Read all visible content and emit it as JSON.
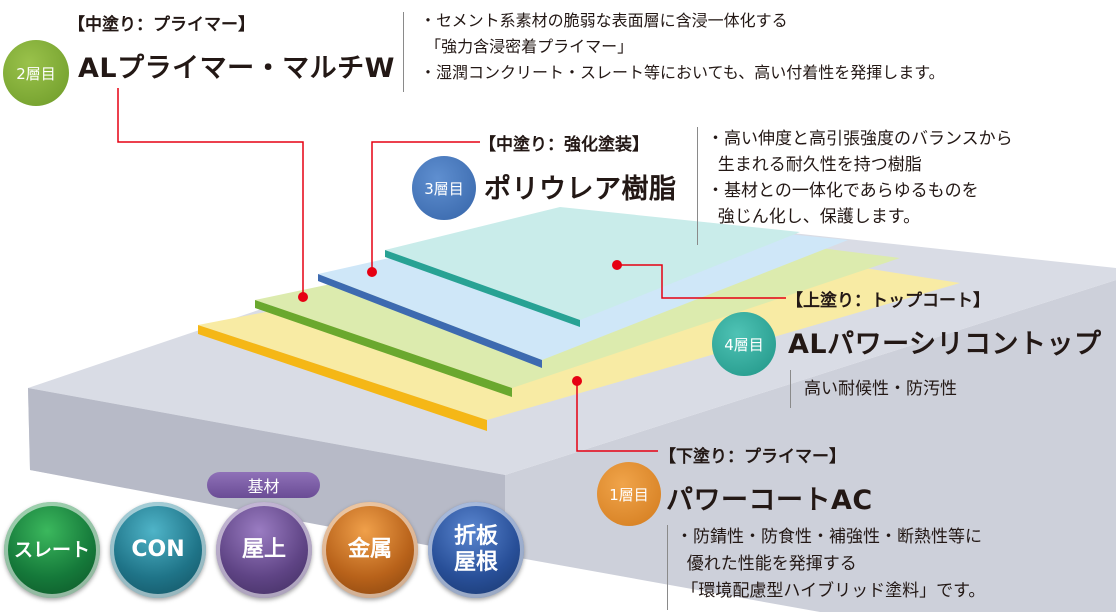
{
  "layers": [
    {
      "badge": "2層目",
      "category": "【中塗り：プライマー】",
      "title": "ALプライマー・マルチW",
      "description": "・セメント系素材の脆弱な表面層に含浸一体化する\n 「強力含浸密着プライマー」\n・湿潤コンクリート・スレート等においても、高い付着性を発揮します。",
      "color": "#78a22f"
    },
    {
      "badge": "3層目",
      "category": "【中塗り：強化塗装】",
      "title": "ポリウレア樹脂",
      "description": "・高い伸度と高引張強度のバランスから\n  生まれる耐久性を持つ樹脂\n・基材との一体化であらゆるものを\n  強じん化し、保護します。",
      "color": "#3e72b8"
    },
    {
      "badge": "4層目",
      "category": "【上塗り：トップコート】",
      "title": "ALパワーシリコントップ",
      "description": "高い耐候性・防汚性",
      "color": "#2aa89a"
    },
    {
      "badge": "1層目",
      "category": "【下塗り：プライマー】",
      "title": "パワーコートAC",
      "description": "・防錆性・防食性・補強性・断熱性等に\n  優れた性能を発揮する\n 「環境配慮型ハイブリッド塗料」です。",
      "color": "#e08a2a"
    }
  ],
  "substrate": {
    "label": "基材",
    "items": [
      {
        "label": "スレート",
        "color": "#1e8a3c"
      },
      {
        "label": "CON",
        "color": "#2a7f96"
      },
      {
        "label": "屋上",
        "color": "#6a4d8f"
      },
      {
        "label": "金属",
        "color": "#c26b1a"
      },
      {
        "label": "折板\n屋根",
        "color": "#2a54a0"
      }
    ]
  },
  "colors": {
    "leader_line": "#e60012",
    "base_slab": "#c8cbd6",
    "primer_ac_layer": "#f7e99a",
    "primer_w_layer": "#dcebb0",
    "polyurea_layer": "#cde6f7",
    "top_layer": "#c8ecea"
  }
}
